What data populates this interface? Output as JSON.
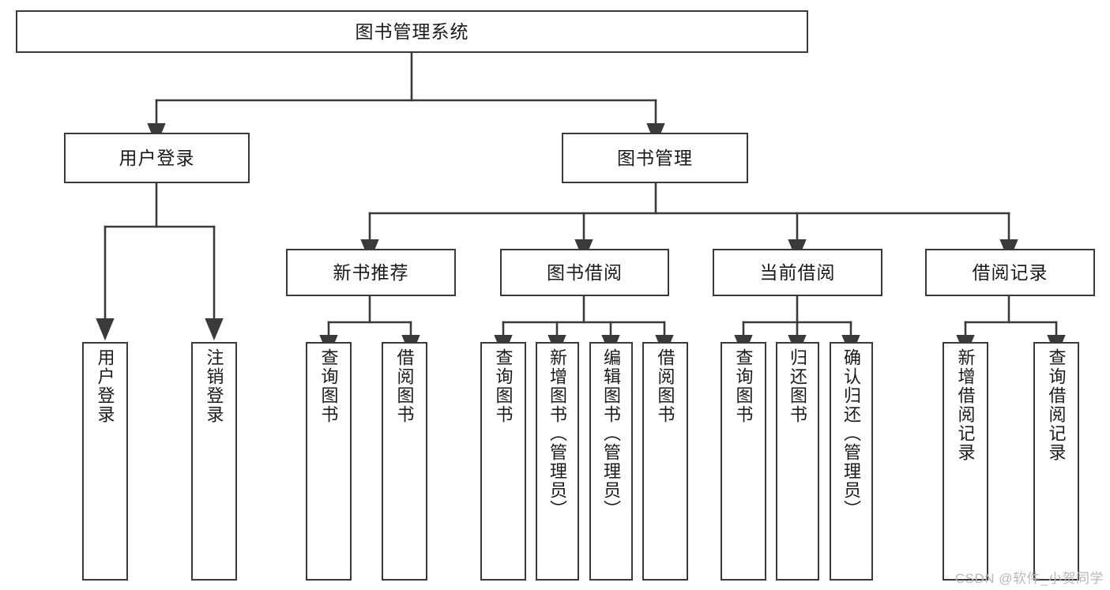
{
  "diagram": {
    "title": "图书管理系统",
    "watermark": "CSDN @软件_小贺同学",
    "stroke_color": "#3a3a3a",
    "fill_color": "#ffffff",
    "text_color": "#1a1a1a",
    "watermark_color": "#b9b9b9",
    "type": "tree-hierarchy",
    "levels": 4
  },
  "nodes": {
    "root": {
      "label": "图书管理系统"
    },
    "level2": [
      {
        "id": "user-login",
        "label": "用户登录"
      },
      {
        "id": "book-manage",
        "label": "图书管理"
      }
    ],
    "level3": [
      {
        "id": "new-book-rec",
        "label": "新书推荐"
      },
      {
        "id": "book-borrow",
        "label": "图书借阅"
      },
      {
        "id": "current-borrow",
        "label": "当前借阅"
      },
      {
        "id": "borrow-record",
        "label": "借阅记录"
      }
    ],
    "leaves": {
      "user_login": [
        {
          "id": "leaf-user-login",
          "label": "用户登录"
        },
        {
          "id": "leaf-logout",
          "label": "注销登录"
        }
      ],
      "new_book_rec": [
        {
          "id": "leaf-query-book-1",
          "label": "查询图书"
        },
        {
          "id": "leaf-borrow-book-1",
          "label": "借阅图书"
        }
      ],
      "book_borrow": [
        {
          "id": "leaf-query-book-2",
          "label": "查询图书"
        },
        {
          "id": "leaf-add-book",
          "label": "新增图书（管理员）"
        },
        {
          "id": "leaf-edit-book",
          "label": "编辑图书（管理员）"
        },
        {
          "id": "leaf-borrow-book-2",
          "label": "借阅图书"
        }
      ],
      "current_borrow": [
        {
          "id": "leaf-query-book-3",
          "label": "查询图书"
        },
        {
          "id": "leaf-return-book",
          "label": "归还图书"
        },
        {
          "id": "leaf-confirm-return",
          "label": "确认归还（管理员）"
        }
      ],
      "borrow_record": [
        {
          "id": "leaf-add-record",
          "label": "新增借阅记录"
        },
        {
          "id": "leaf-query-record",
          "label": "查询借阅记录"
        }
      ]
    }
  }
}
